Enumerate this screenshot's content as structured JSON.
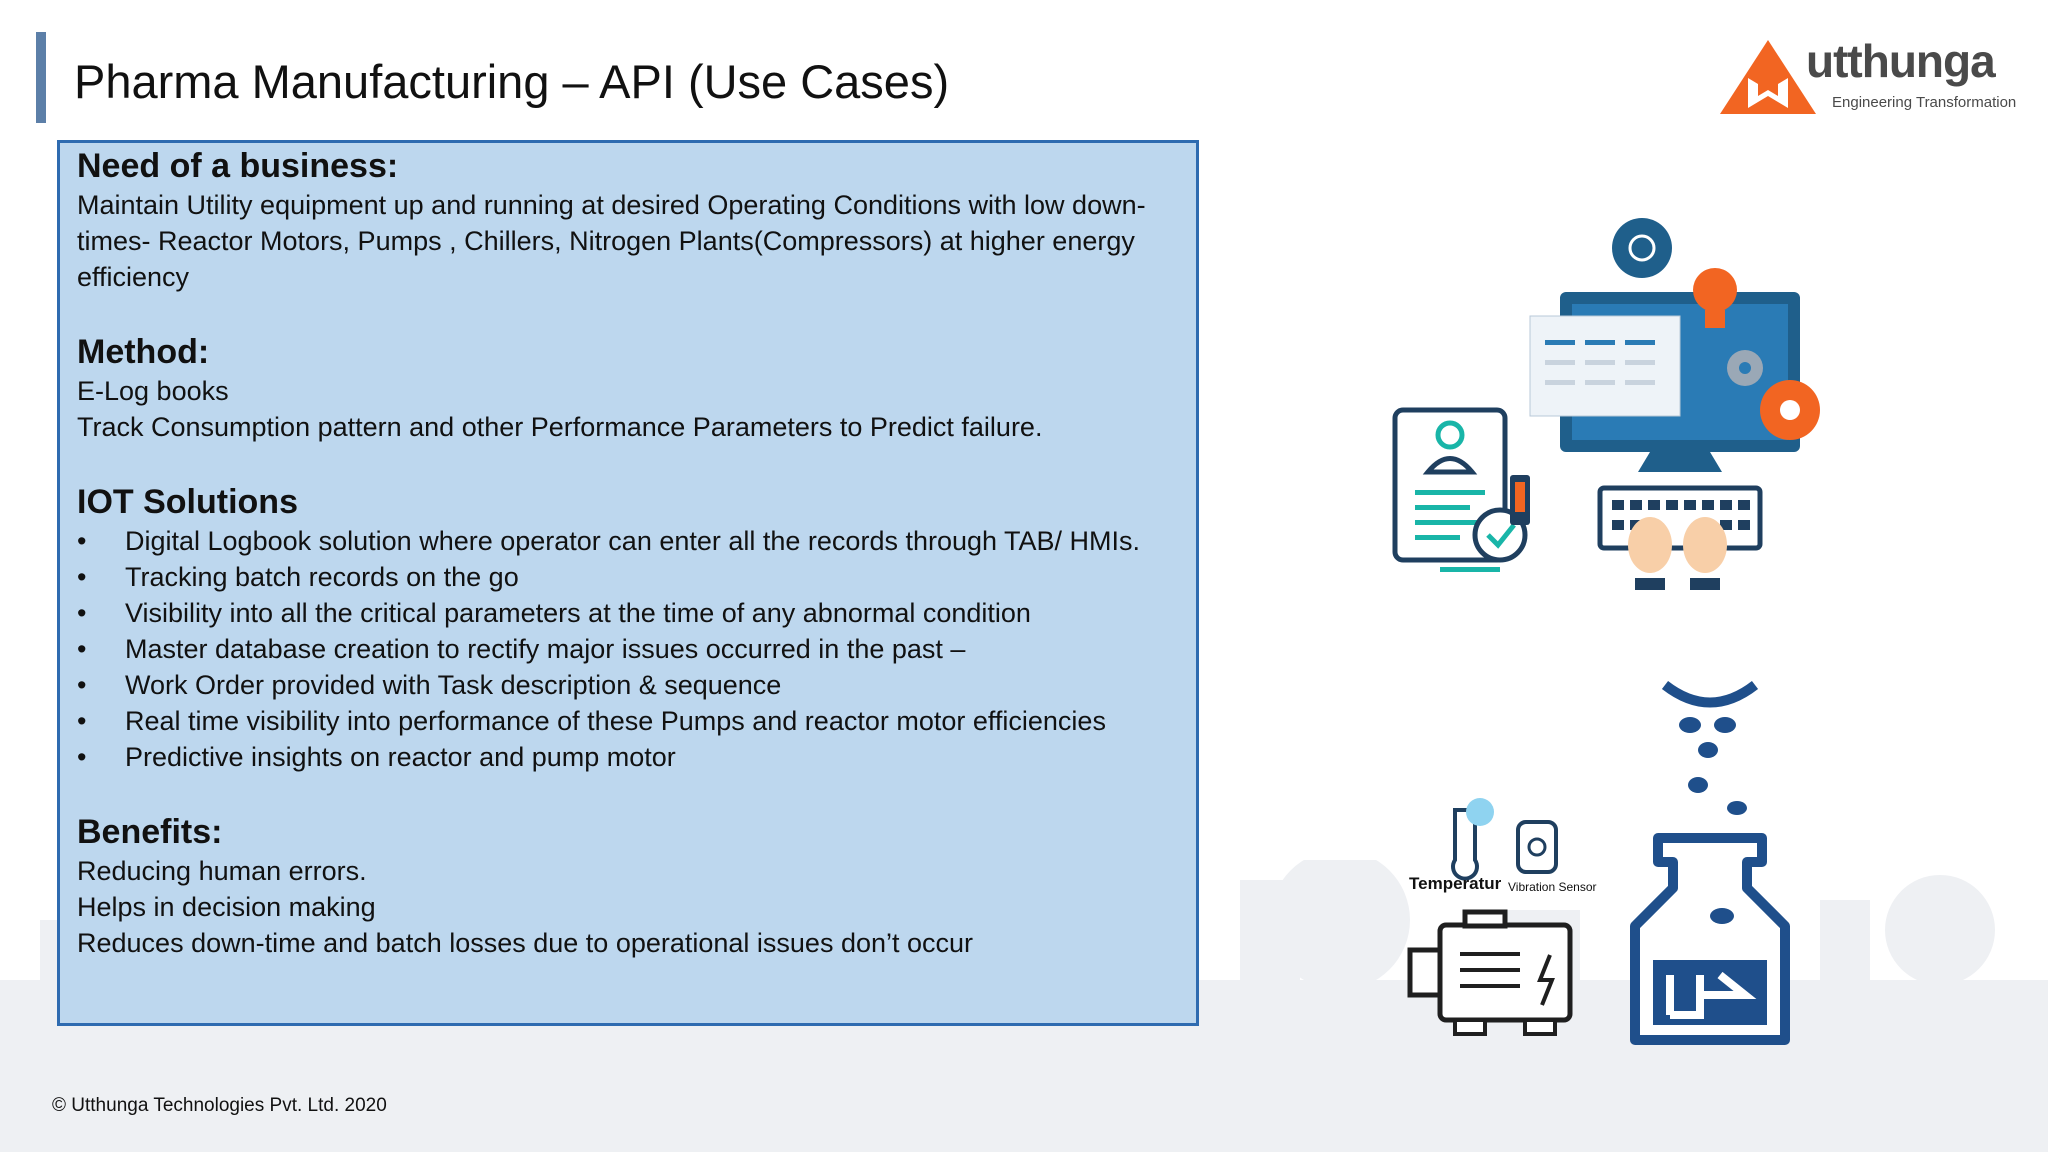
{
  "slide": {
    "title": "Pharma Manufacturing – API (Use Cases)",
    "accent_color": "#5c7fa8",
    "panel_bg": "#bdd7ee",
    "panel_border": "#2e6bb0"
  },
  "logo": {
    "name": "utthunga",
    "tagline": "Engineering Transformation",
    "brand_color": "#f26522"
  },
  "sections": {
    "need": {
      "heading": "Need of a business:",
      "lines": [
        "Maintain Utility equipment up and running at desired Operating Conditions with low down-",
        "times- Reactor Motors, Pumps , Chillers, Nitrogen Plants(Compressors) at higher energy",
        "efficiency"
      ]
    },
    "method": {
      "heading": "Method:",
      "lines": [
        "E-Log books",
        "Track Consumption pattern and other Performance Parameters to Predict failure."
      ]
    },
    "iot": {
      "heading": "IOT Solutions",
      "bullet": "•",
      "items": [
        "Digital Logbook solution where operator can enter all the records through TAB/ HMIs.",
        "Tracking batch records on the go",
        "Visibility into all the critical parameters at the time of any abnormal condition",
        "Master database creation to rectify major issues occurred in the past –",
        "Work Order provided with Task description & sequence",
        "Real time visibility into performance of these Pumps and reactor motor efficiencies",
        "Predictive insights on reactor and pump motor"
      ]
    },
    "benefits": {
      "heading": "Benefits:",
      "lines": [
        "Reducing human errors.",
        "Helps in decision making",
        "Reduces down-time and batch losses due to operational issues don’t occur"
      ]
    }
  },
  "illustration": {
    "temperature_label": "Temperatur",
    "vibration_label": "Vibration Sensor"
  },
  "footer": {
    "copyright": "© Utthunga Technologies Pvt. Ltd. 2020"
  }
}
